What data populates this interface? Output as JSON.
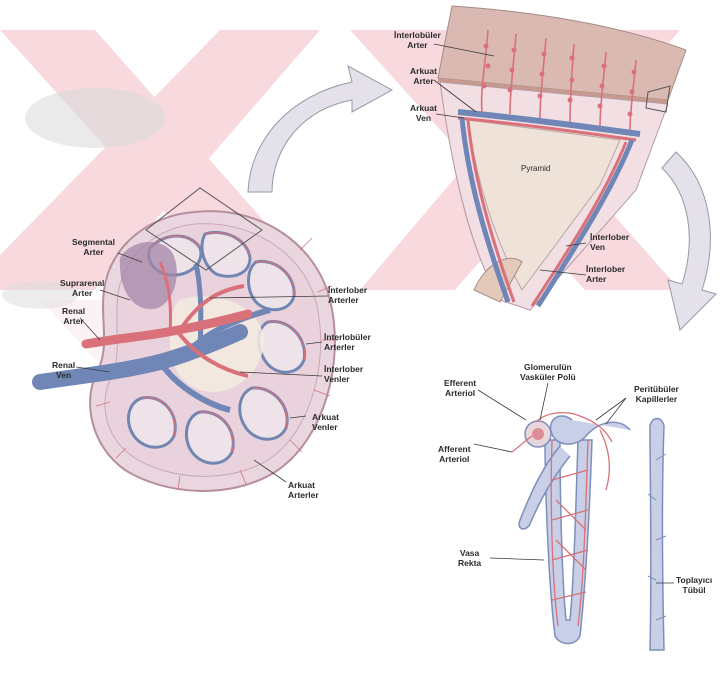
{
  "colors": {
    "watermark": "#f2c8cf",
    "artery": "#d9707a",
    "vein": "#6f86b6",
    "cortex": "#ead6df",
    "capsule": "#c9a6b4",
    "arrow": "#e4e1ea"
  },
  "labels": {
    "segmental_arter": [
      "Segmental",
      "Arter"
    ],
    "suprarenal_arter": [
      "Suprarenal",
      "Arter"
    ],
    "renal_arter": [
      "Renal",
      "Arter"
    ],
    "renal_ven": [
      "Renal",
      "Ven"
    ],
    "interlober_arterler": [
      "İnterlober",
      "Arterler"
    ],
    "interlobuler_arterler": [
      "İnterlobüler",
      "Arterler"
    ],
    "interlober_venler": [
      "İnterlober",
      "Venler"
    ],
    "arkuat_venler": [
      "Arkuat",
      "Venler"
    ],
    "arkuat_arterler": [
      "Arkuat",
      "Arterler"
    ],
    "interlobuler_arter": [
      "İnterlobüler",
      "Arter"
    ],
    "arkuat_arter": [
      "Arkuat",
      "Arter"
    ],
    "arkuat_ven": [
      "Arkuat",
      "Ven"
    ],
    "pyramid": "Pyramid",
    "interlober_ven": [
      "İnterlober",
      "Ven"
    ],
    "interlober_arter": [
      "İnterlober",
      "Arter"
    ],
    "glomerulun_vaskuler_polu": [
      "Glomerulün",
      "Vasküler Polü"
    ],
    "efferent_arteriol": [
      "Efferent",
      "Arteriol"
    ],
    "peritubuler_kapillerler": [
      "Peritübüler",
      "Kapillerler"
    ],
    "afferent_arteriol": [
      "Afferent",
      "Arteriol"
    ],
    "vasa_rekta": [
      "Vasa",
      "Rekta"
    ],
    "toplayici_tubul": [
      "Toplayıcı",
      "Tübül"
    ]
  }
}
